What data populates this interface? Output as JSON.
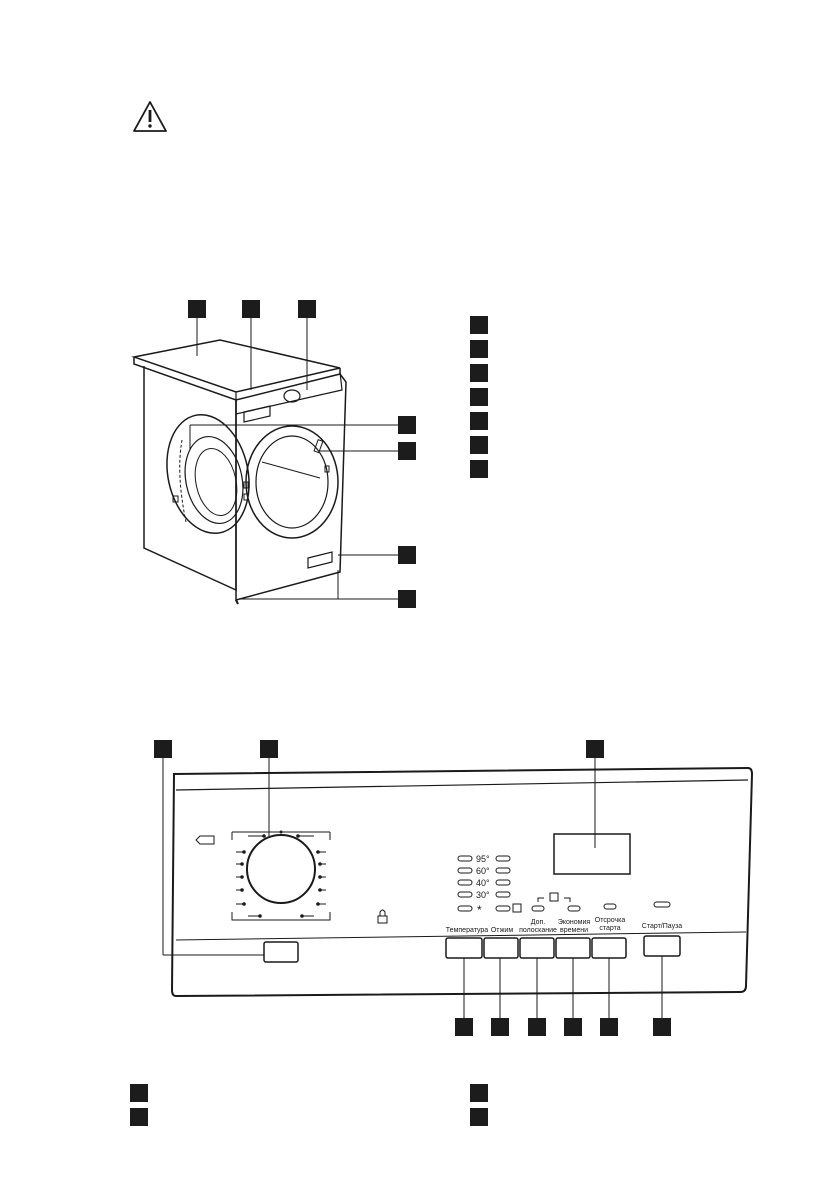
{
  "panel": {
    "temps": [
      "95°",
      "60°",
      "40°",
      "30°",
      "*"
    ],
    "btn_labels": {
      "temperature": "Температура",
      "spin": "Отжим",
      "rinse_l1": "Доп.",
      "rinse_l2": "полоскание",
      "time_l1": "Экономия",
      "time_l2": "времени",
      "delay_l1": "Отсрочка",
      "delay_l2": "старта",
      "start": "Старт/Пауза"
    }
  },
  "colors": {
    "ink": "#1a1a1a",
    "marker": "#1c1c1c"
  }
}
